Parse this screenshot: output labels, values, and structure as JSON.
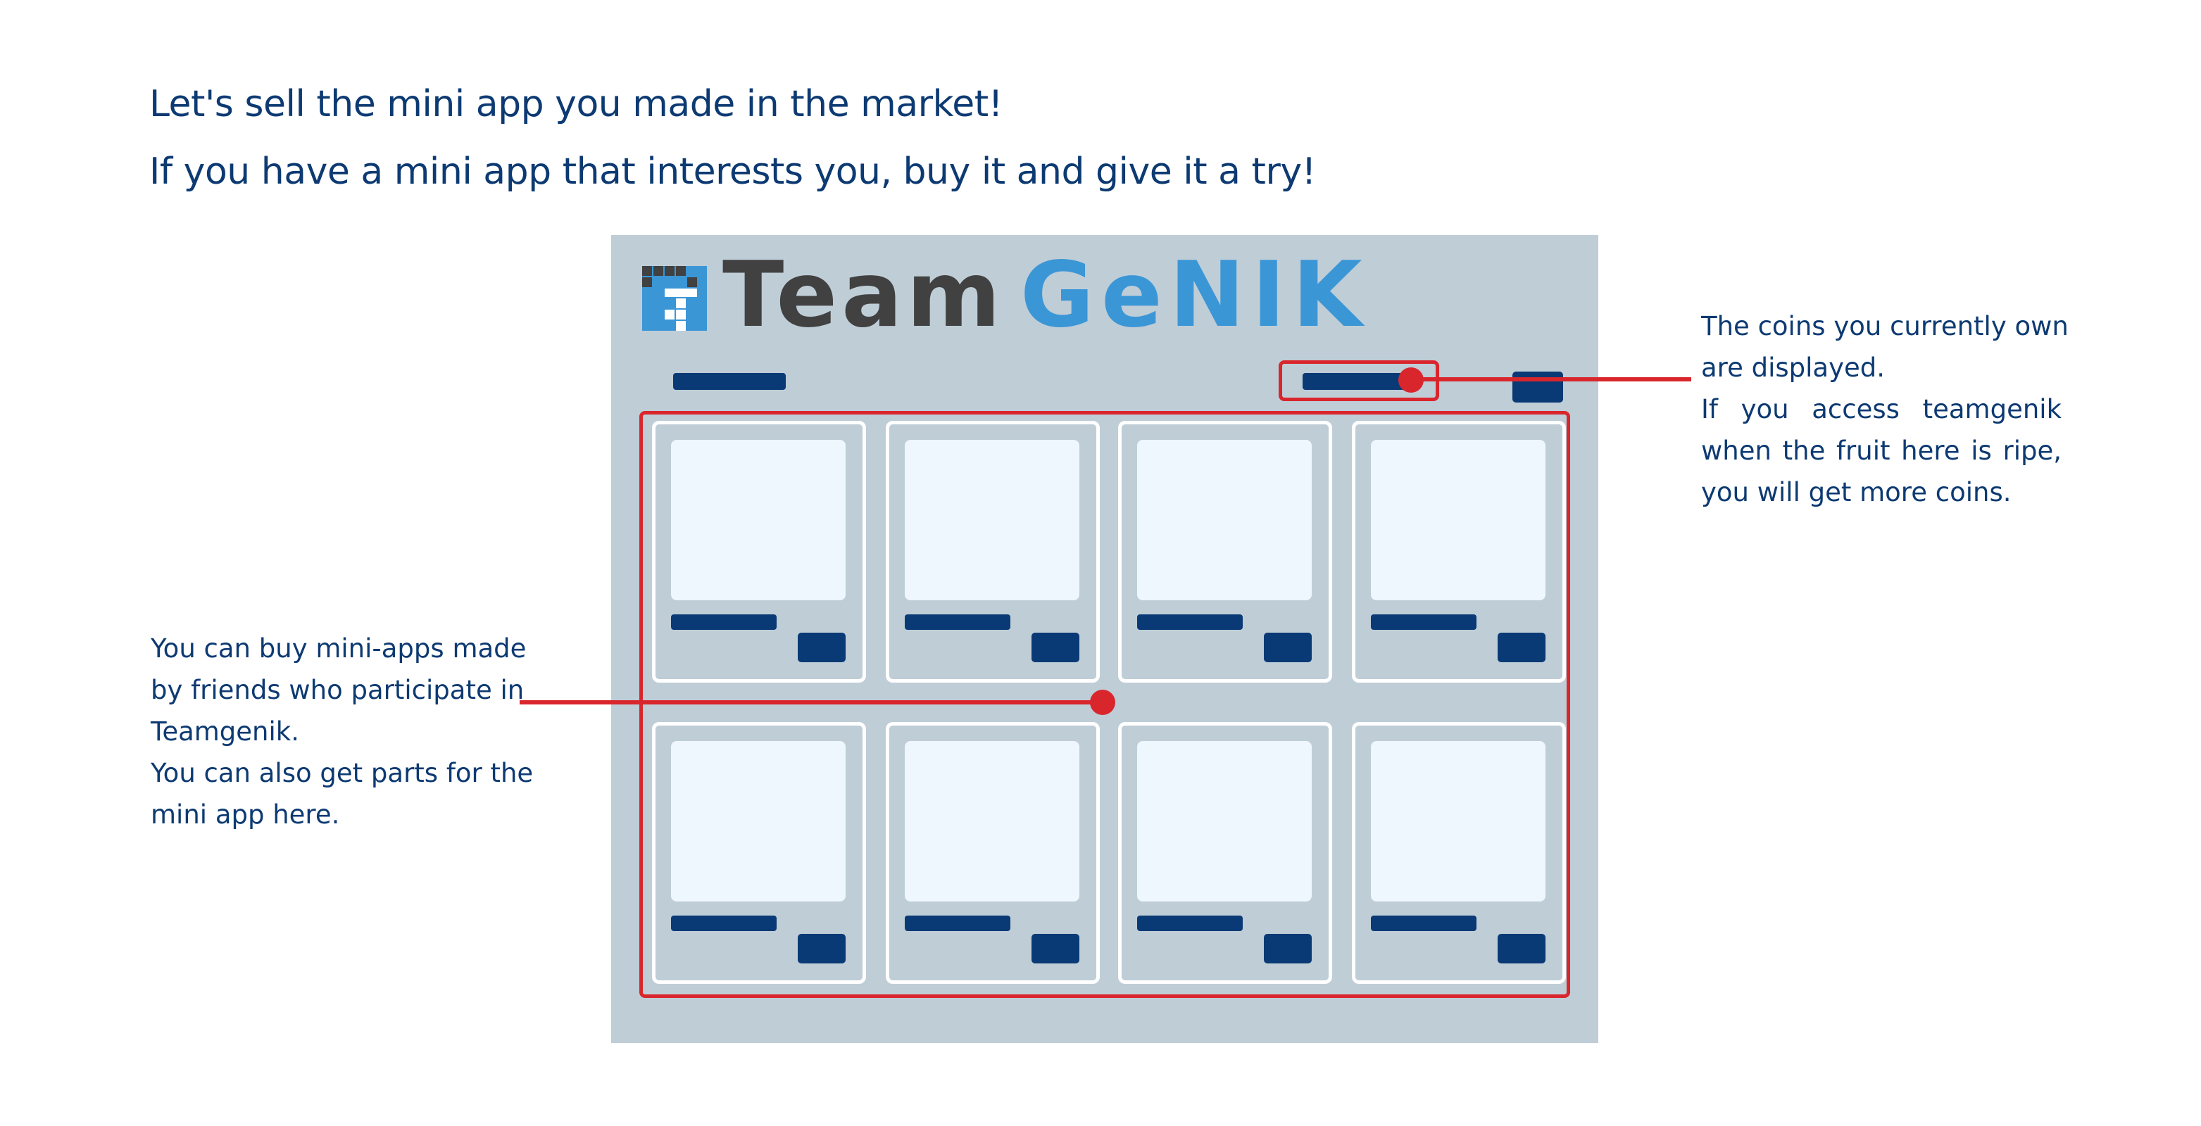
{
  "heading": {
    "line1": "Let's sell the mini app you made in the market!",
    "line2": "If you have a mini app that interests you, buy it and give it a try!"
  },
  "logo": {
    "team": "Team",
    "genik": "GeNIK"
  },
  "colors": {
    "navy_text": "#0d3a72",
    "navy_ui": "#0a3a75",
    "panel": "#bfcdd7",
    "thumb": "#eef6fe",
    "highlight_red": "#d9262c",
    "logo_blue": "#3b96d6",
    "logo_gray": "#414141"
  },
  "annotation_left": {
    "lines": [
      "You can buy mini-apps made",
      "by friends who participate in",
      "Teamgenik.",
      "You can also get parts for the",
      "mini app here."
    ]
  },
  "annotation_right": {
    "lines": [
      "The coins you currently own",
      "are displayed.",
      "If you access teamgenik",
      "when the fruit here is ripe,",
      "you will get more coins."
    ]
  },
  "icons": [
    "teamgenik-logo-icon"
  ]
}
